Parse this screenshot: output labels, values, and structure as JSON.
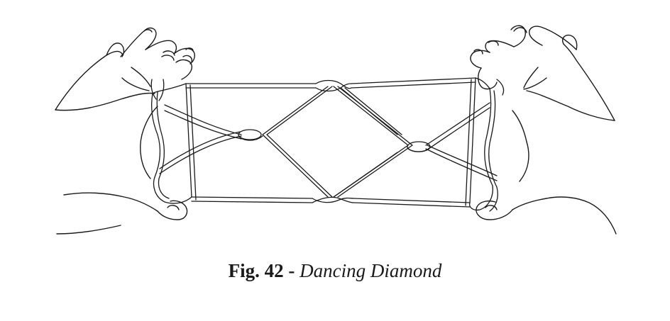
{
  "figure": {
    "label": "Fig. 42 -",
    "title": "Dancing Diamond",
    "illustration_subject": "string-figure-hands"
  }
}
